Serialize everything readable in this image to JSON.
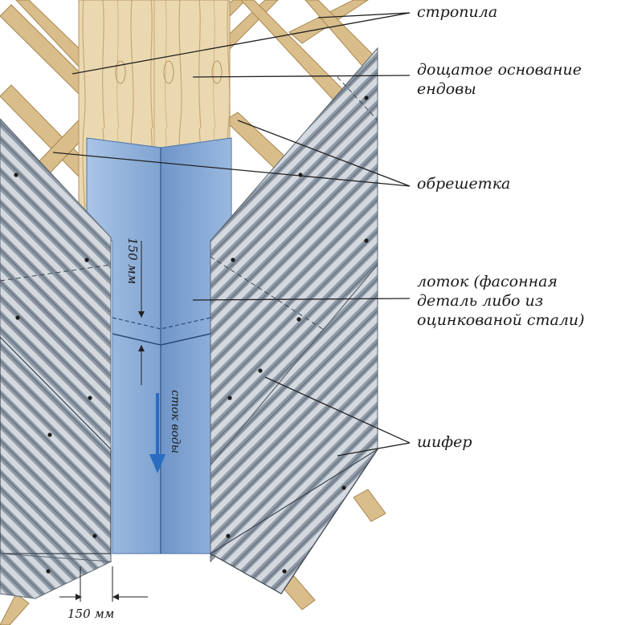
{
  "labels": {
    "rafters": "стропила",
    "board_base_line1": "дощатое основание",
    "board_base_line2": "ендовы",
    "battens": "обрешетка",
    "tray_line1": "лоток (фасонная",
    "tray_line2": "деталь либо из",
    "tray_line3": "оцинкованой стали)",
    "slate": "шифер"
  },
  "dimensions": {
    "overlap": "150 мм",
    "bottom_gap": "150 мм"
  },
  "flow": {
    "label": "сток воды"
  },
  "colors": {
    "wood": "#e9d6ae",
    "tray": "#8fb1da",
    "slate": "#b9c2cc",
    "flow_arrow": "#2a6cc0"
  }
}
